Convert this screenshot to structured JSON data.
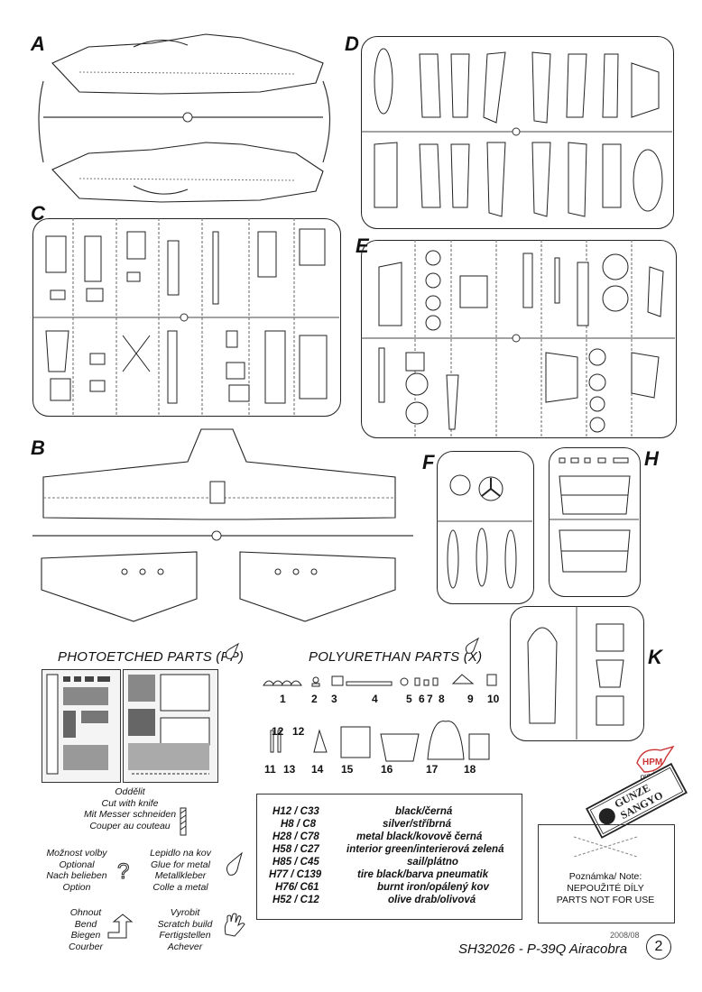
{
  "sprues": {
    "a": "A",
    "b": "B",
    "c": "C",
    "d": "D",
    "e": "E",
    "f": "F",
    "h": "H",
    "k": "K"
  },
  "sections": {
    "photoetched_heading": "PHOTOETCHED PARTS (PP)",
    "polyurethan_heading": "POLYURETHAN PARTS (X)"
  },
  "resin_parts": {
    "row1": [
      "1",
      "2",
      "3",
      "4",
      "5",
      "6",
      "7",
      "8",
      "9",
      "10"
    ],
    "row2_top": [
      "12",
      "12"
    ],
    "row2": [
      "11",
      "13",
      "14",
      "15",
      "16",
      "17",
      "18"
    ]
  },
  "symbols": [
    {
      "id": "cut",
      "lines": [
        "Oddělit",
        "Cut with knife",
        "Mit Messer schneiden",
        "Couper au couteau"
      ]
    },
    {
      "id": "optional",
      "lines": [
        "Možnost volby",
        "Optional",
        "Nach belieben",
        "Option"
      ]
    },
    {
      "id": "glue",
      "lines": [
        "Lepidlo na kov",
        "Glue for metal",
        "Metallkleber",
        "Colle a metal"
      ]
    },
    {
      "id": "bend",
      "lines": [
        "Ohnout",
        "Bend",
        "Biegen",
        "Courber"
      ]
    },
    {
      "id": "scratch",
      "lines": [
        "Vyrobit",
        "Scratch build",
        "Fertigstellen",
        "Achever"
      ]
    }
  ],
  "paints": [
    {
      "code": "H12 / C33",
      "name": "black/černá"
    },
    {
      "code": "H8 / C8",
      "name": "silver/stříbrná"
    },
    {
      "code": "H28 / C78",
      "name": "metal black/kovově černá"
    },
    {
      "code": "H58 / C27",
      "name": "interior green/interierová zelená"
    },
    {
      "code": "H85 / C45",
      "name": "sail/plátno"
    },
    {
      "code": "H77 / C139",
      "name": "tire black/barva pneumatik"
    },
    {
      "code": "H76/ C61",
      "name": "burnt iron/opálený kov"
    },
    {
      "code": "H52 / C12",
      "name": "olive drab/olivová"
    }
  ],
  "note": {
    "title": "Poznámka/ Note:",
    "line1": "NEPOUŽITÉ DÍLY",
    "line2": "PARTS NOT FOR USE"
  },
  "logos": {
    "hpm": "HPM",
    "production": "production",
    "gunze1": "GUNZE",
    "gunze2": "SANGYO"
  },
  "footer": {
    "date": "2008/08",
    "title": "SH32026 - P-39Q Airacobra",
    "page": "2"
  }
}
